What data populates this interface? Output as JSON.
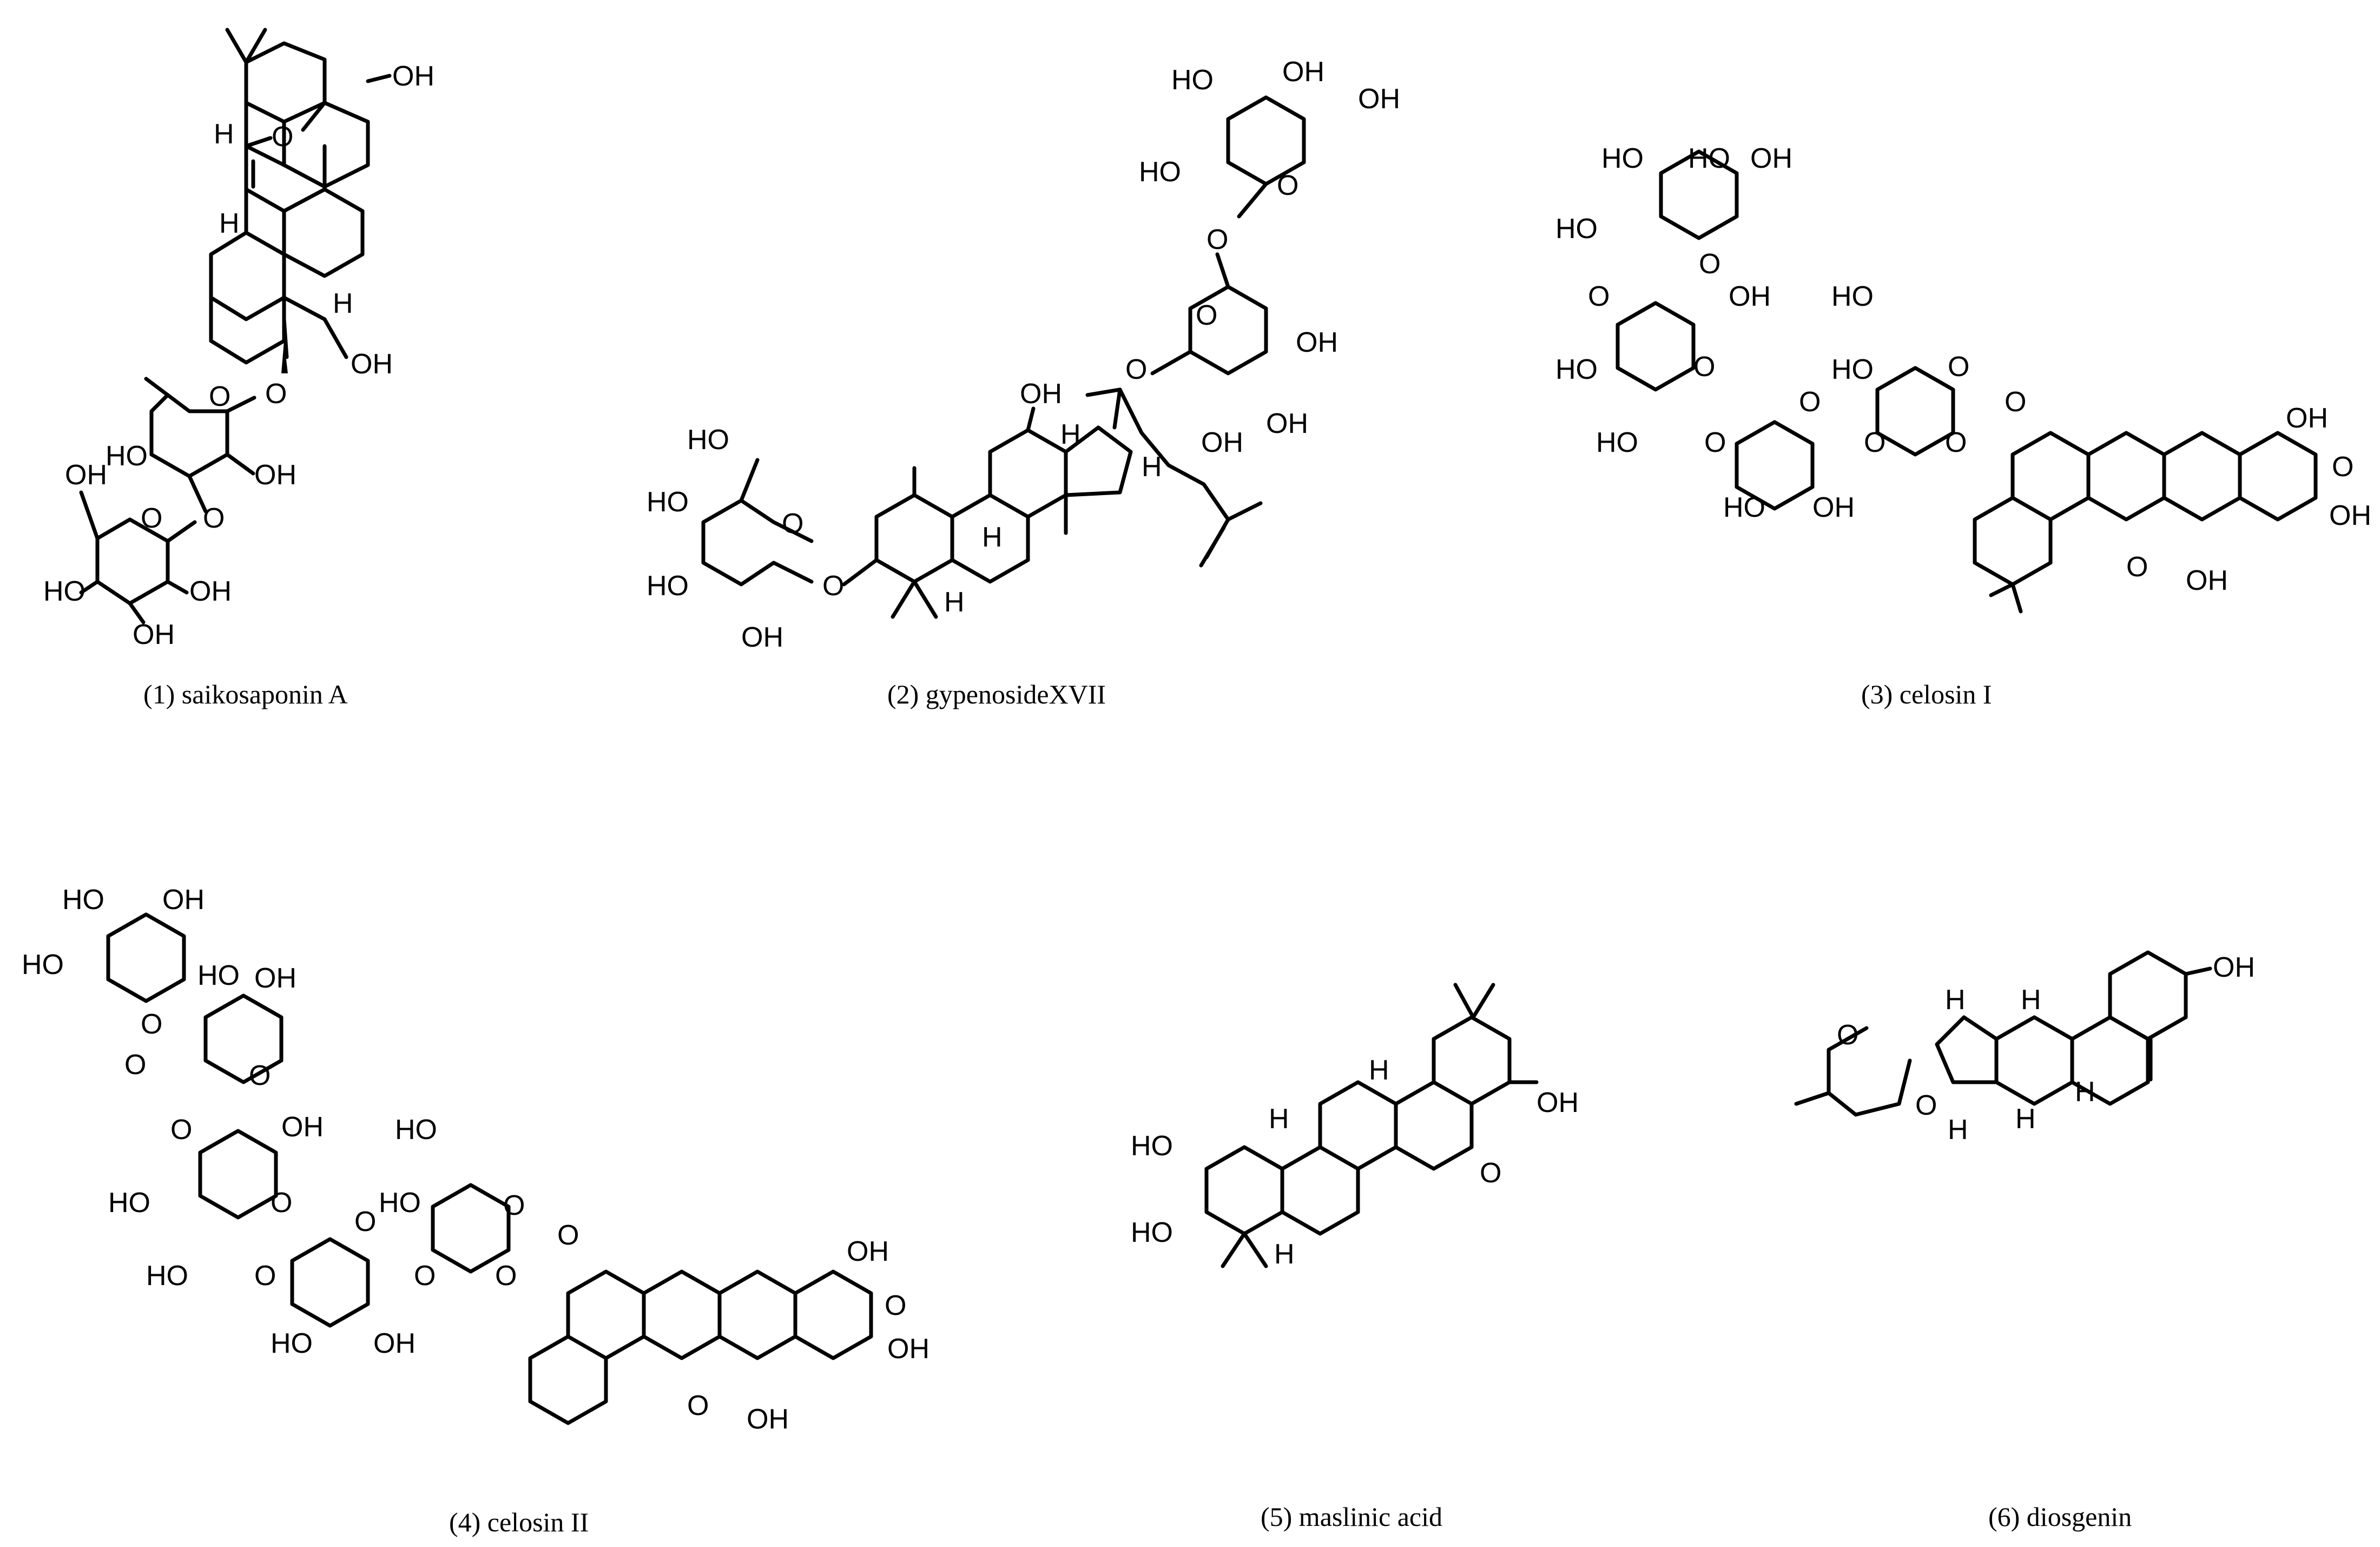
{
  "compounds": [
    {
      "caption": "(1) saikosaponin A"
    },
    {
      "caption": "(2) gypenosideXVII"
    },
    {
      "caption": "(3) celosin I"
    },
    {
      "caption": "(4) celosin II"
    },
    {
      "caption": "(5) maslinic acid"
    },
    {
      "caption": "(6) diosgenin"
    }
  ],
  "atom_labels": {
    "oh": "OH",
    "ho": "HO",
    "o": "O",
    "h": "H"
  },
  "colors": {
    "ink": "#000000",
    "background": "#ffffff"
  }
}
